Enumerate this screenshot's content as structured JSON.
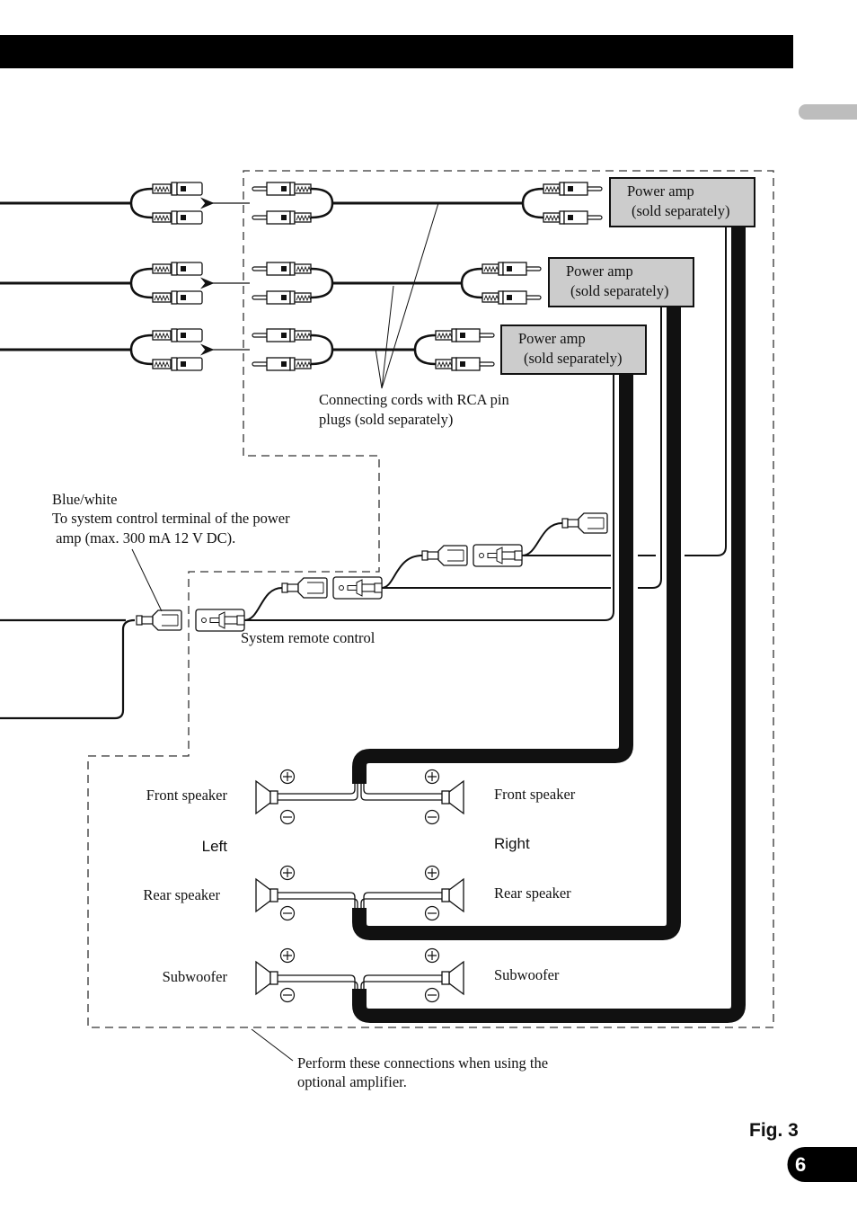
{
  "page": {
    "figure_label": "Fig. 3",
    "page_number": "6",
    "colors": {
      "header_bar": "#000000",
      "side_tab": "#bdbdbd",
      "amp_box_fill": "#cccccc",
      "ink": "#111111"
    }
  },
  "diagram": {
    "power_amps": [
      {
        "line1": "Power amp",
        "line2": "(sold separately)"
      },
      {
        "line1": "Power amp",
        "line2": "(sold separately)"
      },
      {
        "line1": "Power amp",
        "line2": "(sold separately)"
      }
    ],
    "rca_note": {
      "line1": "Connecting cords with RCA pin",
      "line2": "plugs (sold separately)"
    },
    "remote_note": {
      "line1": "Blue/white",
      "line2": "To system control terminal of the power",
      "line3": " amp (max. 300 mA 12 V DC)."
    },
    "system_remote_label": "System remote control",
    "speakers": {
      "left_label": "Left",
      "right_label": "Right",
      "rows": [
        {
          "left": "Front speaker",
          "right": "Front speaker"
        },
        {
          "left": "Rear speaker",
          "right": "Rear speaker"
        },
        {
          "left": "Subwoofer",
          "right": "Subwoofer"
        }
      ],
      "plus": "+",
      "minus": "−"
    },
    "optional_note": {
      "line1": "Perform these connections when using the",
      "line2": "optional amplifier."
    }
  }
}
